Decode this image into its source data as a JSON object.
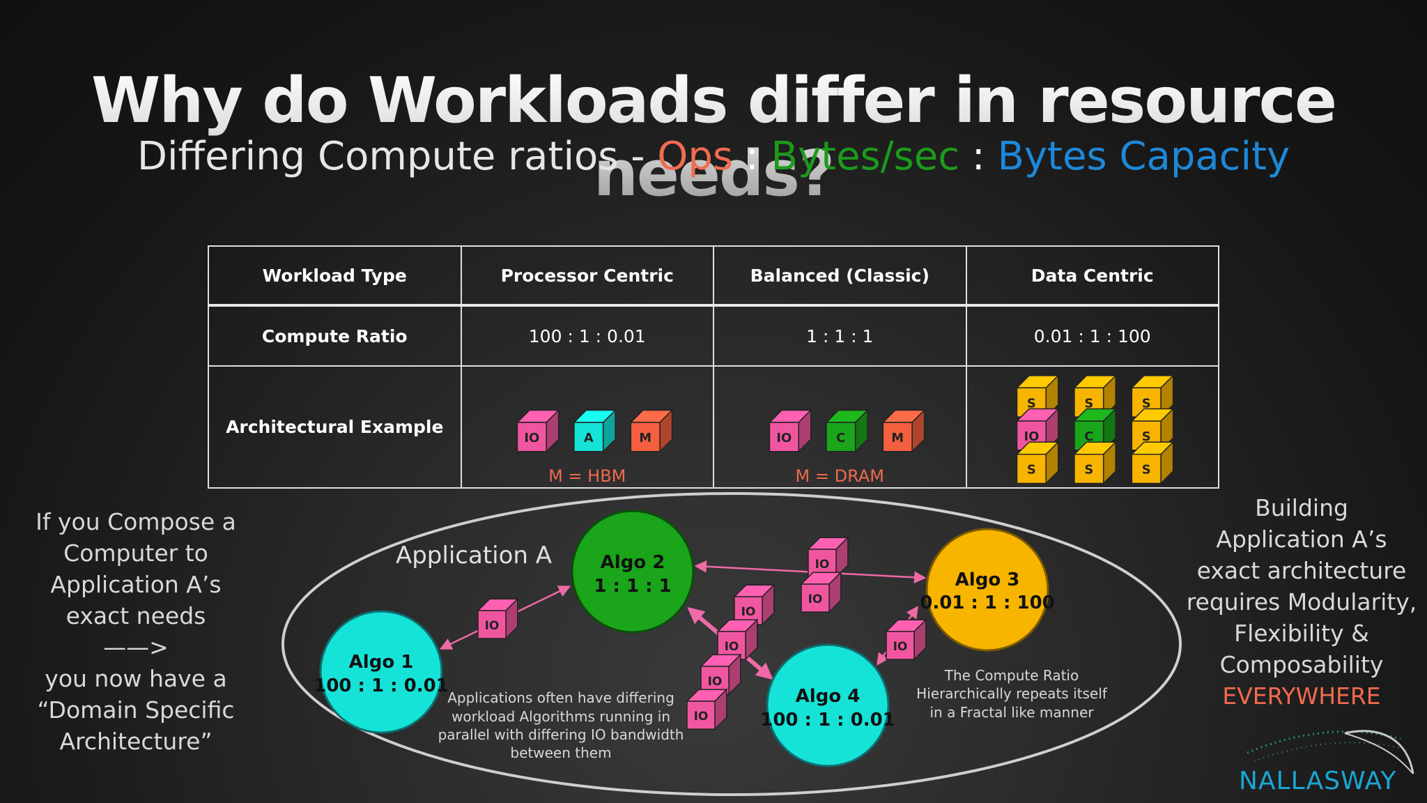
{
  "title": "Why do Workloads differ in resource needs?",
  "subtitle": {
    "prefix": "Differing Compute ratios - ",
    "ops": "Ops",
    "separator": " : ",
    "bytes_sec": "Bytes/sec",
    "bytes_capacity": "Bytes Capacity"
  },
  "table": {
    "headers": [
      "Workload Type",
      "Processor Centric",
      "Balanced (Classic)",
      "Data Centric"
    ],
    "ratio_label": "Compute Ratio",
    "ratios": [
      "100 : 1 : 0.01",
      "1 : 1 : 1",
      "0.01 : 1 : 100"
    ],
    "arch_label": "Architectural Example",
    "processor_cubes": [
      "IO",
      "A",
      "M"
    ],
    "balanced_cubes": [
      "IO",
      "C",
      "M"
    ],
    "data_cubes": [
      [
        "S",
        "S",
        "S"
      ],
      [
        "IO",
        "C",
        "S"
      ],
      [
        "S",
        "S",
        "S"
      ]
    ],
    "memory_notes": [
      "M = HBM",
      "M = DRAM"
    ]
  },
  "left_note": [
    "If you Compose a",
    "Computer to",
    "Application A’s",
    "exact needs",
    "——>",
    "you now have a",
    "“Domain Specific",
    "Architecture”"
  ],
  "right_note": [
    "Building",
    "Application A’s",
    "exact architecture",
    "requires Modularity,",
    "Flexibility &",
    "Composability"
  ],
  "right_note_emphasis": "EVERYWHERE",
  "diagram": {
    "app_label": "Application A",
    "algos": [
      {
        "name": "Algo 1",
        "ratio": "100 : 1 : 0.01",
        "color": "#16e3d8"
      },
      {
        "name": "Algo 2",
        "ratio": "1 : 1 : 1",
        "color": "#1aa51a"
      },
      {
        "name": "Algo 3",
        "ratio": "0.01 : 1 : 100",
        "color": "#f7b500"
      },
      {
        "name": "Algo 4",
        "ratio": "100 : 1 : 0.01",
        "color": "#16e3d8"
      }
    ],
    "io_label": "IO",
    "note_parallel": [
      "Applications often have differing",
      "workload Algorithms  running in",
      "parallel with differing IO bandwidth",
      "between them"
    ],
    "note_fractal": [
      "The Compute Ratio",
      "Hierarchically repeats itself",
      "in a Fractal like manner"
    ]
  },
  "logo": "NALLASWAY",
  "colors": {
    "io_cube": "#f0569f",
    "accel_cube": "#16e3d8",
    "mem_cube": "#f4603f",
    "compute_cube": "#1aa51a",
    "storage_cube": "#f7b500",
    "arrow": "#f06aa8"
  }
}
